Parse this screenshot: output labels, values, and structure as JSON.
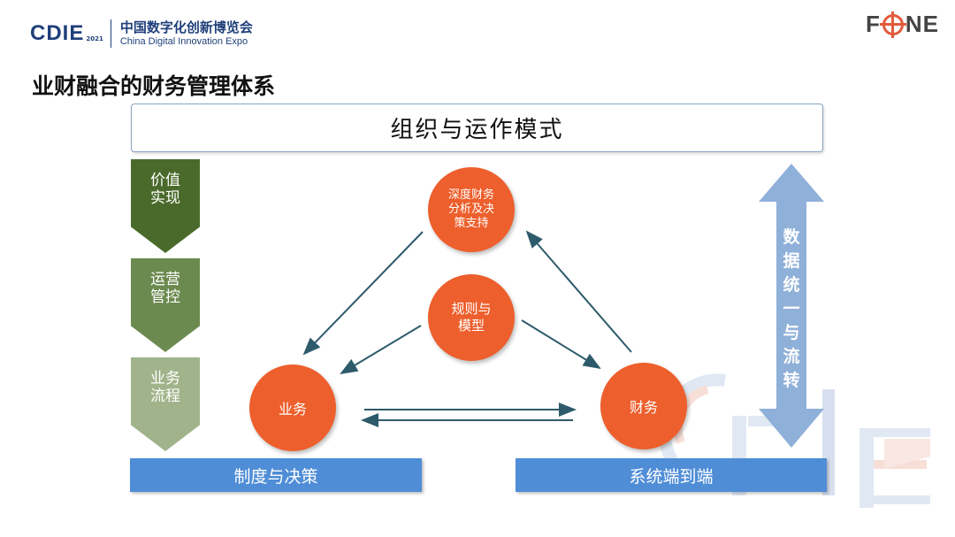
{
  "header": {
    "logo_mark": "CDIE",
    "logo_year": "2021",
    "logo_cn": "中国数字化创新博览会",
    "logo_en": "China Digital Innovation Expo",
    "brand_right": {
      "left": "F",
      "right": "NE"
    }
  },
  "page_title": "业财融合的财务管理体系",
  "top_frame": {
    "label": "组织与运作模式"
  },
  "chevrons": [
    {
      "label": "价值实现",
      "color": "#4a6a2b"
    },
    {
      "label": "运营管控",
      "color": "#6b8a4f"
    },
    {
      "label": "业务流程",
      "color": "#a0b38a"
    }
  ],
  "circles": {
    "analysis": "深度财务分析及决策支持",
    "rules": "规则与模型",
    "business": "业务",
    "finance": "财务"
  },
  "bars": {
    "policy": "制度与决策",
    "system": "系统端到端"
  },
  "side_arrow": {
    "label": [
      "数",
      "据",
      "统",
      "一",
      "与",
      "流",
      "转"
    ]
  },
  "colors": {
    "circle": "#ed5f2c",
    "bar": "#4f8dd6",
    "arrow": "#8fb0d8",
    "line": "#2e5b6b"
  }
}
